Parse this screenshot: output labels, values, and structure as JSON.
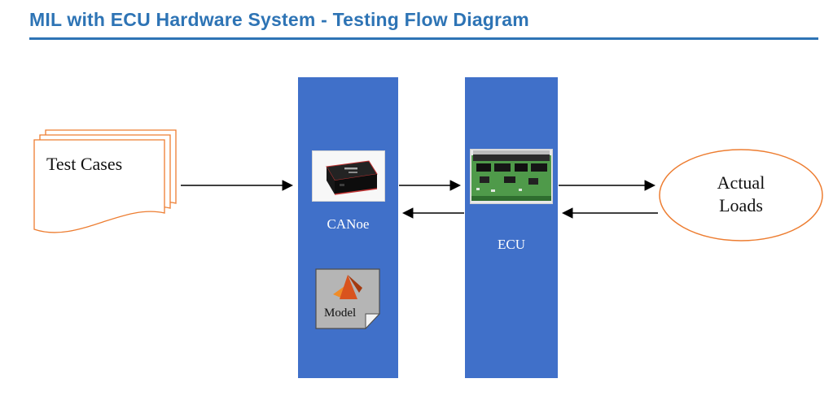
{
  "title": {
    "text": "MIL with ECU Hardware System - Testing Flow Diagram"
  },
  "nodes": {
    "test_cases": {
      "label": "Test Cases",
      "shape": "multi-document"
    },
    "canoe": {
      "label": "CANoe",
      "shape": "blue-panel-with-device-photo"
    },
    "model": {
      "label": "Model",
      "shape": "matlab-model-file-icon"
    },
    "ecu": {
      "label": "ECU",
      "shape": "blue-panel-with-board-photo"
    },
    "actual_loads": {
      "label": "Actual Loads",
      "shape": "ellipse"
    }
  },
  "connections": [
    {
      "from": "Test Cases",
      "to": "CANoe",
      "style": "arrow-right"
    },
    {
      "from": "CANoe",
      "to": "ECU",
      "style": "arrow-right"
    },
    {
      "from": "ECU",
      "to": "CANoe",
      "style": "arrow-left"
    },
    {
      "from": "ECU",
      "to": "Actual Loads",
      "style": "arrow-right"
    },
    {
      "from": "Actual Loads",
      "to": "ECU",
      "style": "arrow-left"
    }
  ],
  "colors": {
    "title_blue": "#2E74B5",
    "panel_blue": "#4070C9",
    "accent_orange": "#ED7D31",
    "arrow_black": "#000000"
  }
}
